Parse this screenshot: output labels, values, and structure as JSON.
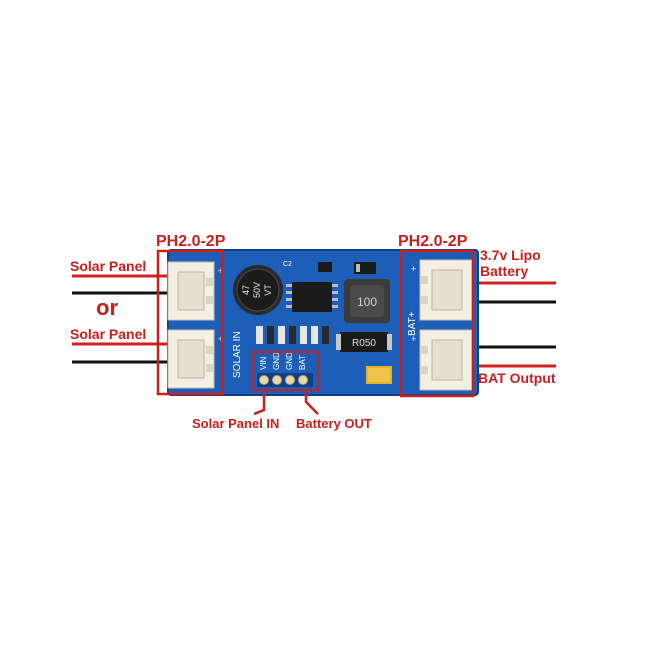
{
  "labels": {
    "header_left": "PH2.0-2P",
    "header_right": "PH2.0-2P",
    "solar_panel_top": "Solar Panel",
    "or_text": "or",
    "solar_panel_bottom": "Solar Panel",
    "lipo_line1": "3.7v Lipo",
    "lipo_line2": "Battery",
    "bat_output": "BAT Output",
    "solar_panel_in": "Solar Panel IN",
    "battery_out": "Battery OUT"
  },
  "board": {
    "silk_solar_in": "SOLAR IN",
    "silk_bat_plus": "BAT+",
    "pins": [
      "VIN",
      "GND",
      "GND",
      "BAT"
    ],
    "cap_line1": "47",
    "cap_line2": "50V",
    "cap_line3": "VT",
    "inductor_text": "100",
    "resistor_text": "R050",
    "cap_ref": "C2"
  },
  "colors": {
    "pcb_blue": "#1d5fb8",
    "annotation_red": "#c8201e",
    "connector_white": "#f4efe3"
  }
}
